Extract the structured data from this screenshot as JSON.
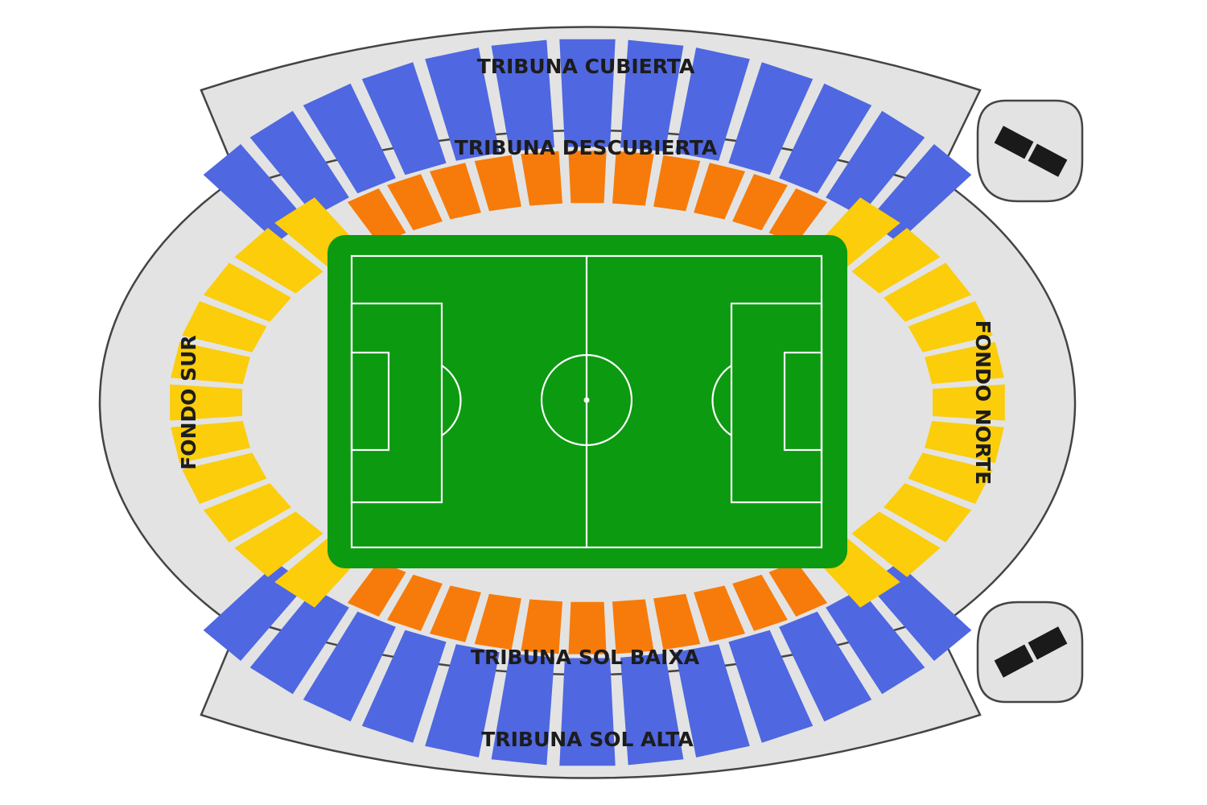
{
  "sections": {
    "tribuna_cubierta": {
      "label": "TRIBUNA CUBIERTA",
      "color": "#4f67e0"
    },
    "tribuna_descubierta": {
      "label": "TRIBUNA DESCUBIERTA",
      "color": "#f77b0a"
    },
    "tribuna_sol_baixa": {
      "label": "TRIBUNA SOL BAIXA",
      "color": "#f77b0a"
    },
    "tribuna_sol_alta": {
      "label": "TRIBUNA SOL ALTA",
      "color": "#4f67e0"
    },
    "fondo_sur": {
      "label": "FONDO SUR",
      "color": "#fbcd0b"
    },
    "fondo_norte": {
      "label": "FONDO NORTE",
      "color": "#fbcd0b"
    }
  },
  "colors": {
    "concourse": "#e3e3e3",
    "outline": "#444444",
    "pitch": "#0c9a10",
    "pitch_lines": "#ffffff",
    "ramp_band": "#1a1a1a"
  },
  "icons": [
    "access-ramp-top-icon",
    "access-ramp-bottom-icon"
  ]
}
